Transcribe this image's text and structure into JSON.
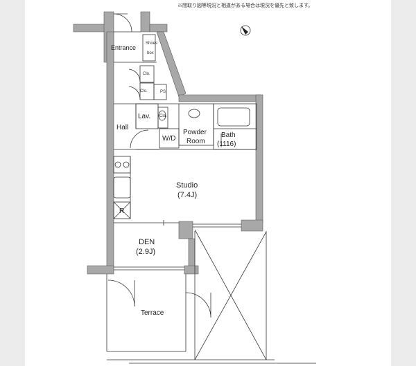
{
  "note": "※間取り図等現況と相違がある場合は現況を優先と致します。",
  "rooms": {
    "entrance": "Entrance",
    "shoes_box_1": "Shoes",
    "shoes_box_2": "box",
    "clo_1": "Clo.",
    "clo_2": "Clo.",
    "ps": "PS",
    "hall": "Hall",
    "lav": "Lav.",
    "cla": "Cla.",
    "powder_room_1": "Powder",
    "powder_room_2": "Room",
    "wd": "W/D",
    "bath_1": "Bath",
    "bath_2": "(1116)",
    "studio_1": "Studio",
    "studio_2": "(7.4J)",
    "refrigerator": "R",
    "den_1": "DEN",
    "den_2": "(2.9J)",
    "terrace": "Terrace"
  },
  "colors": {
    "wall": "#a8a8a8",
    "line": "#333333"
  },
  "icons": {
    "north": "north-arrow-icon"
  }
}
